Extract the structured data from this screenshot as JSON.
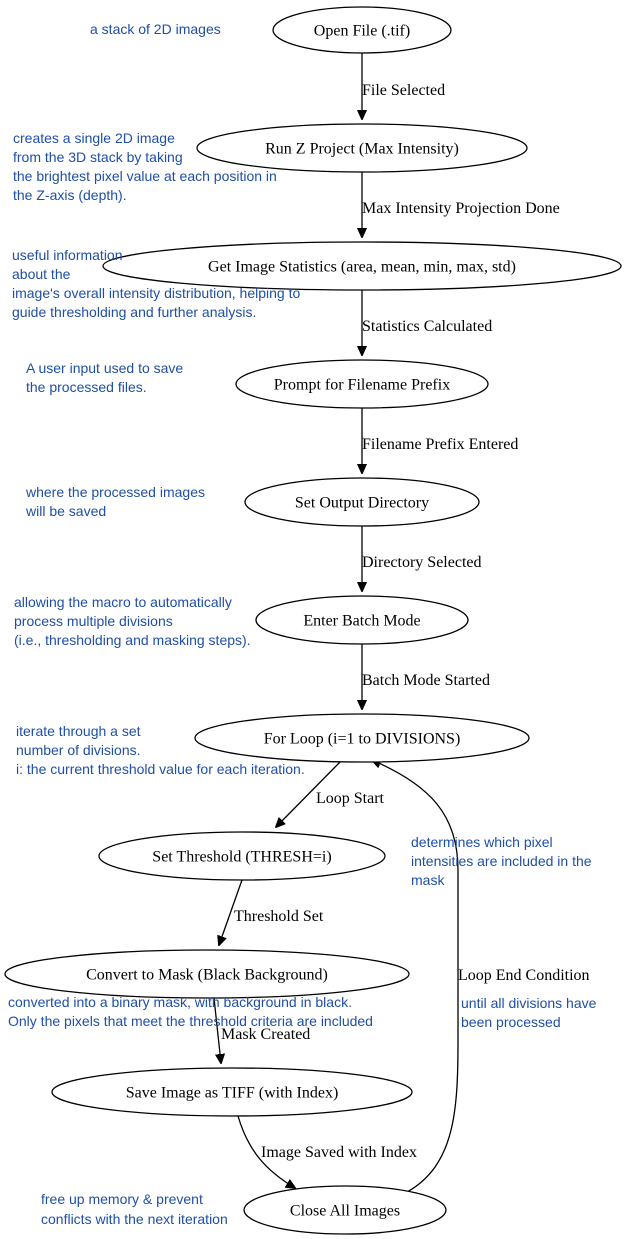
{
  "nodes": {
    "open_file": "Open File (.tif)",
    "z_project": "Run Z Project (Max Intensity)",
    "image_stats": "Get Image Statistics (area, mean, min, max, std)",
    "prompt_prefix": "Prompt for Filename Prefix",
    "output_dir": "Set Output Directory",
    "batch_mode": "Enter Batch Mode",
    "for_loop": "For Loop (i=1 to DIVISIONS)",
    "set_threshold": "Set Threshold (THRESH=i)",
    "convert_mask": "Convert to Mask (Black Background)",
    "save_tiff": "Save Image as TIFF (with Index)",
    "close_all": "Close All Images"
  },
  "edges": {
    "file_selected": "File Selected",
    "projection_done": "Max Intensity Projection Done",
    "stats_calculated": "Statistics Calculated",
    "prefix_entered": "Filename Prefix Entered",
    "directory_selected": "Directory Selected",
    "batch_started": "Batch Mode Started",
    "loop_start": "Loop Start",
    "threshold_set": "Threshold Set",
    "mask_created": "Mask Created",
    "image_saved": "Image Saved with Index",
    "loop_end": "Loop End Condition"
  },
  "notes": {
    "open_file": [
      "a stack of 2D images"
    ],
    "z_project": [
      "creates a single 2D image",
      "from the 3D stack by taking",
      "the brightest pixel value at each position in",
      "the Z-axis (depth)."
    ],
    "image_stats": [
      "useful information",
      "about the",
      "image's overall intensity distribution, helping to",
      "guide thresholding and further analysis."
    ],
    "prompt_prefix": [
      "A user input used to save",
      "the processed files."
    ],
    "output_dir": [
      "where the processed images",
      "will be saved"
    ],
    "batch_mode": [
      "allowing the macro to automatically",
      "process multiple divisions",
      "(i.e., thresholding and masking steps)."
    ],
    "for_loop": [
      "iterate through a set",
      "number of divisions.",
      "i: the current threshold value for each iteration."
    ],
    "set_threshold": [
      "determines which pixel",
      "intensities are included in the",
      "mask"
    ],
    "convert_mask": [
      "converted into a binary mask, with background in black.",
      "Only the pixels that meet the threshold criteria are included"
    ],
    "loop_end": [
      "until all divisions have",
      "been processed"
    ],
    "close_all": [
      "free up memory & prevent",
      "conflicts with the next iteration"
    ]
  },
  "colors": {
    "note_text": "#1f4fa8",
    "node_stroke": "#000000",
    "edge_stroke": "#000000",
    "background": "#ffffff"
  }
}
